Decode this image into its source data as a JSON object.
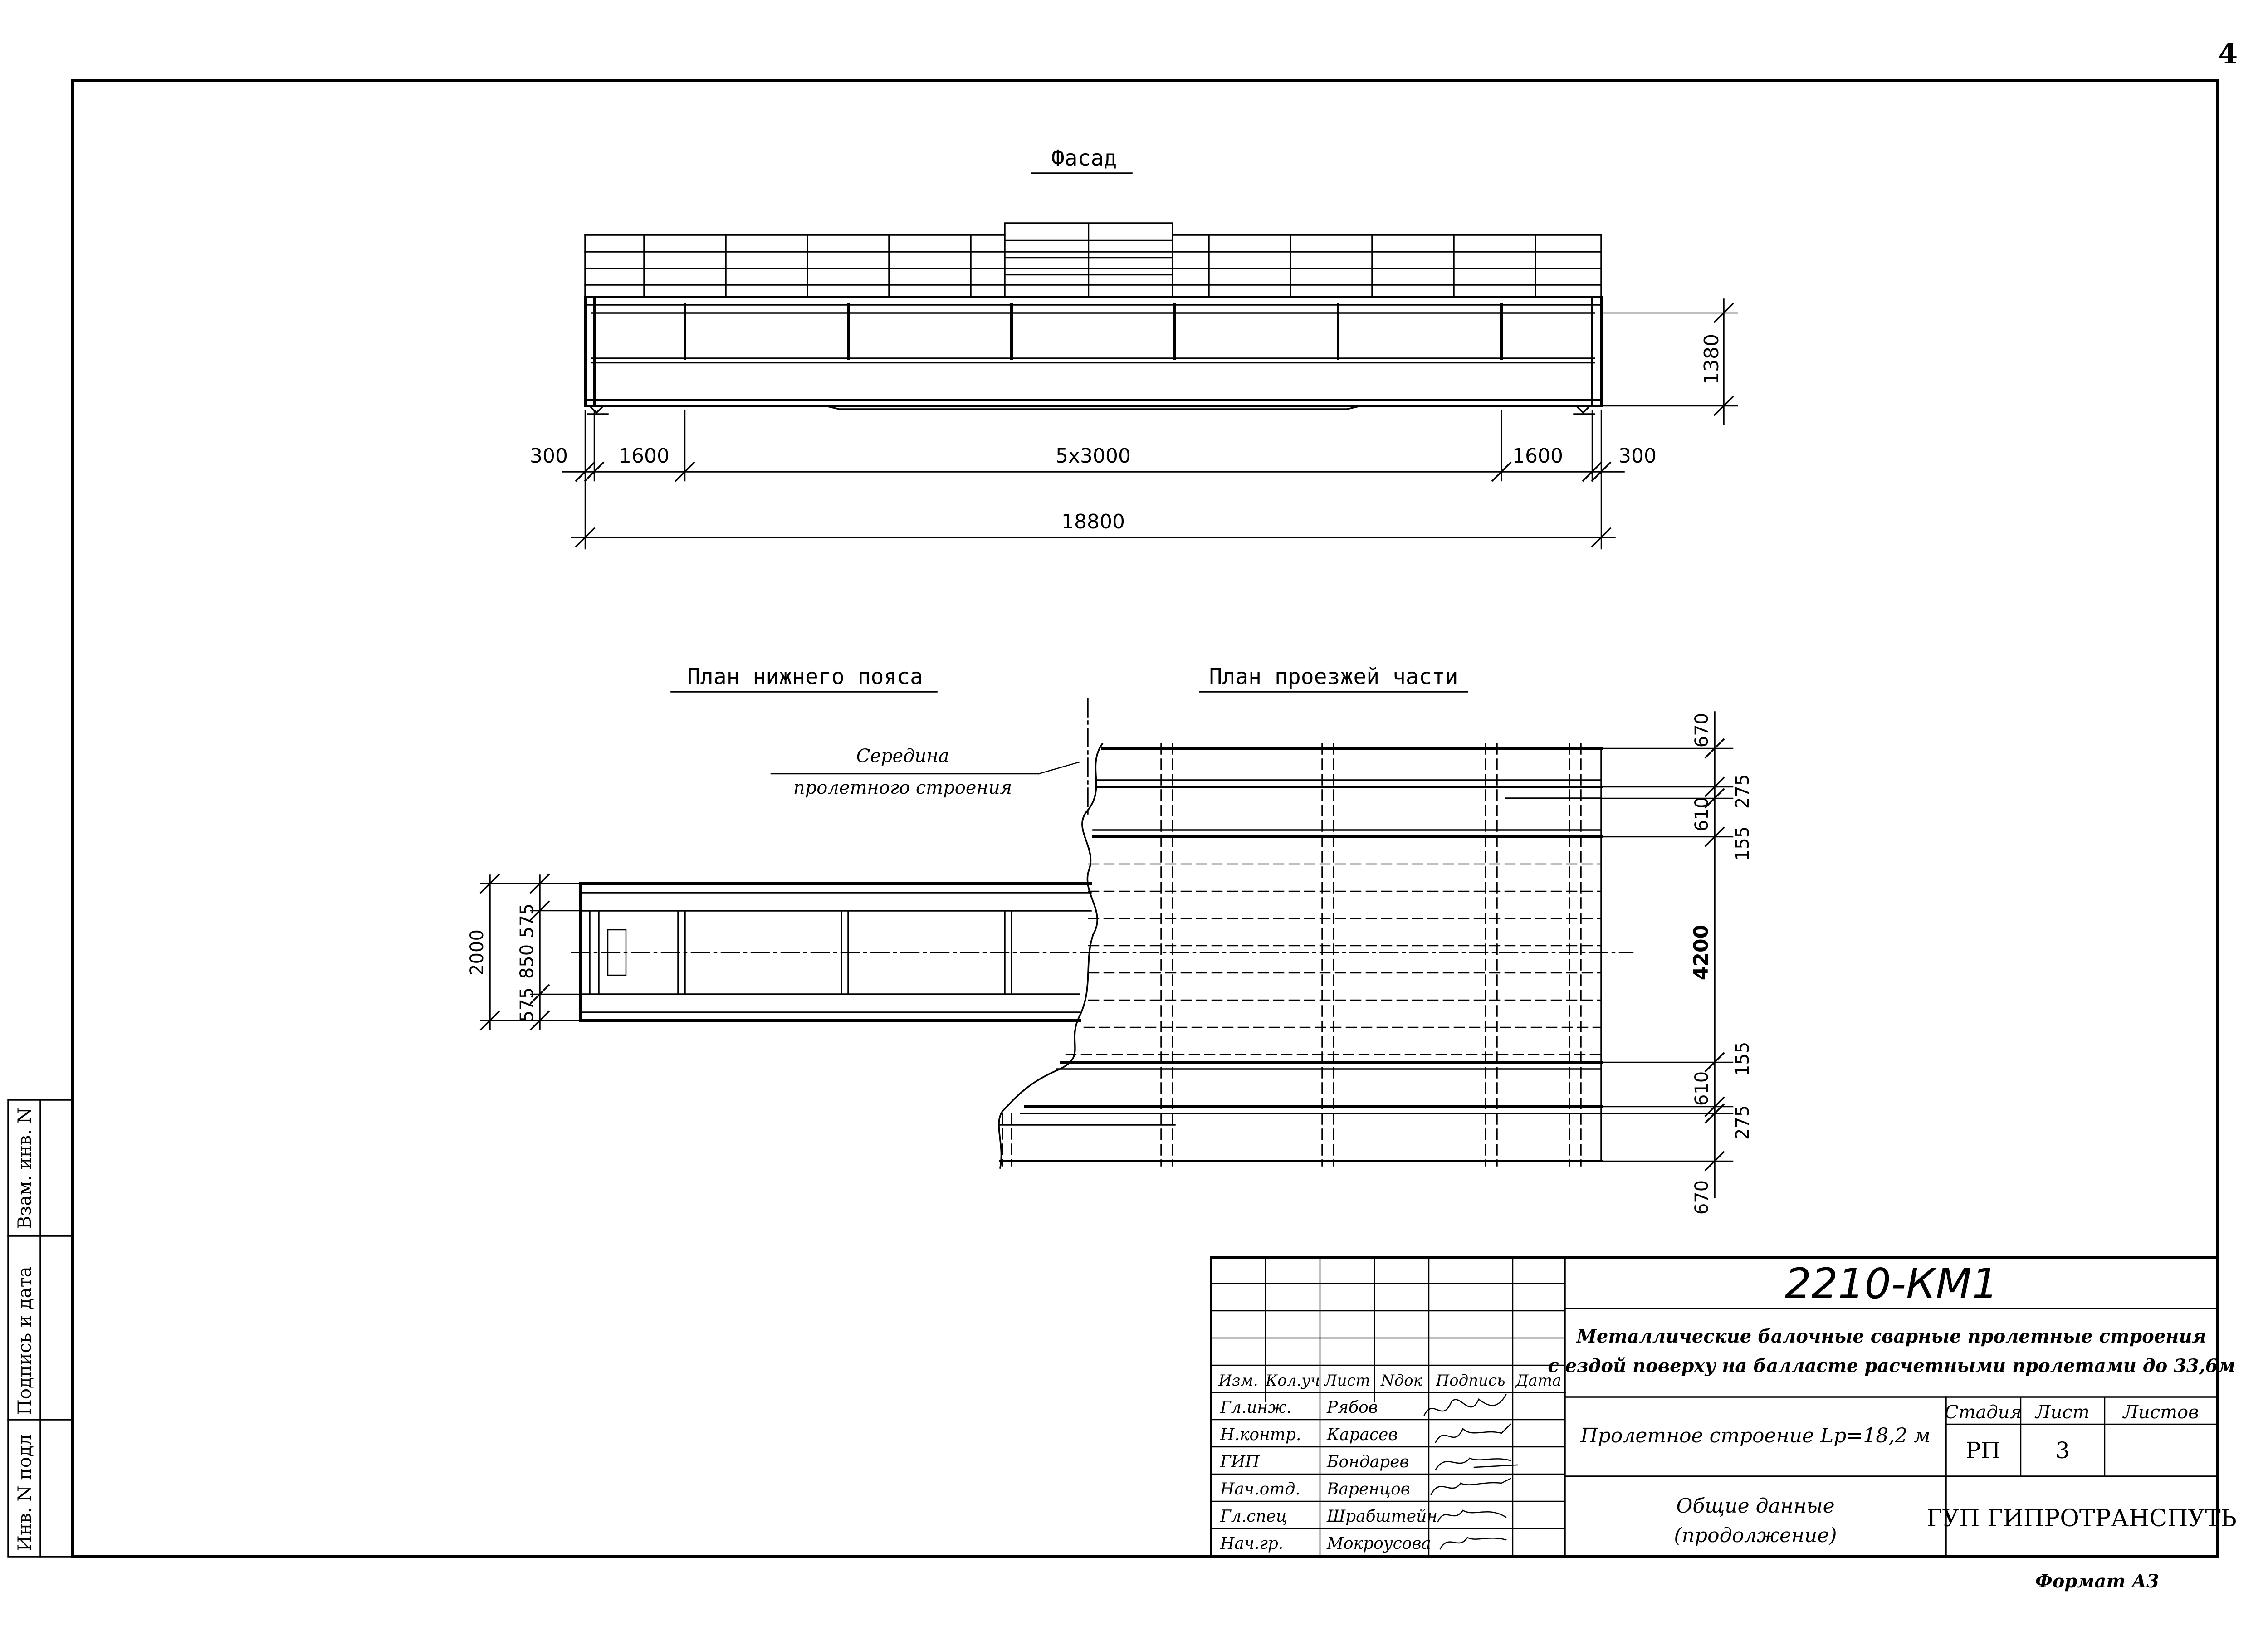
{
  "sheet": {
    "page_number": "4",
    "format_note": "Формат А3"
  },
  "views": {
    "facade_title": "Фасад",
    "lower_chord_title": "План нижнего пояса",
    "deck_plan_title": "План проезжей части",
    "midspan_note_line1": "Середина",
    "midspan_note_line2": "пролетного строения"
  },
  "dimensions": {
    "facade_height": "1380",
    "left_overhang": "300",
    "left_panel": "1600",
    "center_panels": "5x3000",
    "right_panel": "1600",
    "right_overhang": "300",
    "total_length": "18800",
    "chord_width": "2000",
    "chord_part_a": "575",
    "chord_part_b": "850",
    "chord_part_c": "575",
    "deck_top": "670",
    "deck_a": "275",
    "deck_b": "610",
    "deck_c": "155",
    "deck_width": "4200",
    "deck_d": "155",
    "deck_e": "610",
    "deck_f": "275",
    "deck_bottom": "670"
  },
  "side_stamp": {
    "inv_orig": "Инв. N подл",
    "sign_date": "Подпись и дата",
    "replace_inv": "Взам. инв. N"
  },
  "title_block": {
    "code": "2210-КМ1",
    "header_cols": [
      "Изм.",
      "Кол.уч",
      "Лист",
      "Nдок",
      "Подпись",
      "Дата"
    ],
    "roles": [
      {
        "role": "Гл.инж.",
        "name": "Рябов"
      },
      {
        "role": "Н.контр.",
        "name": "Карасев"
      },
      {
        "role": "ГИП",
        "name": "Бондарев"
      },
      {
        "role": "Нач.отд.",
        "name": "Варенцов"
      },
      {
        "role": "Гл.спец",
        "name": "Шрабштейн"
      },
      {
        "role": "Нач.гр.",
        "name": "Мокроусова"
      }
    ],
    "project_line1": "Металлические балочные сварные пролетные строения",
    "project_line2": "с ездой поверху на балласте расчетными пролетами до 33,6м",
    "drawing_title": "Пролетное строение Lp=18,2 м",
    "stage_label": "Стадия",
    "sheet_label": "Лист",
    "sheets_label": "Листов",
    "stage_value": "РП",
    "sheet_value": "3",
    "sheets_value": "",
    "content_line1": "Общие данные",
    "content_line2": "(продолжение)",
    "organization": "ГУП ГИПРОТРАНСПУТЬ"
  }
}
